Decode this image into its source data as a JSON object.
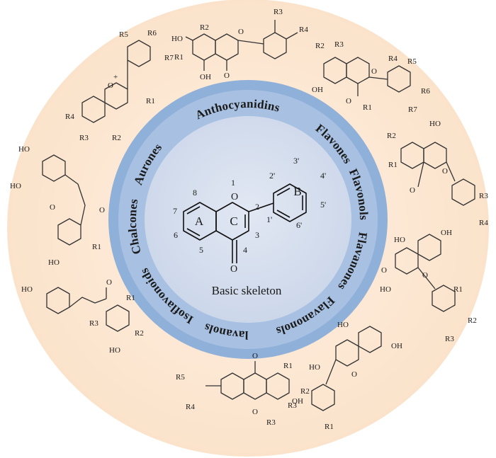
{
  "center": {
    "title": "Basic skeleton",
    "ring_letters": [
      "A",
      "C",
      "B"
    ],
    "position_numbers": [
      "1",
      "2",
      "3",
      "4",
      "5",
      "6",
      "7",
      "8",
      "1'",
      "2'",
      "3'",
      "4'",
      "5'",
      "6'"
    ],
    "heteroatom": "O"
  },
  "classes": [
    "Flavones",
    "Flavonols",
    "Flavanones",
    "Flavanonols",
    "Flavanols",
    "Isoflavonoids",
    "Chalcones",
    "Aurones",
    "Anthocyanidins"
  ],
  "structure_labels": {
    "flavones": [
      "R3",
      "R4",
      "R2",
      "HO",
      "R1",
      "OH",
      "O",
      "O"
    ],
    "flavonols": [
      "R2",
      "R3",
      "R4",
      "R5",
      "R6",
      "R7",
      "OH",
      "O",
      "R1",
      "O"
    ],
    "flavanones": [
      "HO",
      "R2",
      "R1",
      "O",
      "O",
      "R3",
      "R4"
    ],
    "flavanonols": [
      "OH",
      "HO",
      "O",
      "HO",
      "O",
      "R1",
      "R2",
      "R3"
    ],
    "flavanols": [
      "HO",
      "OH",
      "HO",
      "O",
      "R3",
      "R1"
    ],
    "isoflavonoids": [
      "R1",
      "R2",
      "OH",
      "O",
      "O",
      "R3",
      "R5",
      "R4"
    ],
    "chalcones": [
      "HO",
      "O",
      "R1",
      "R3",
      "R2",
      "HO"
    ],
    "aurones": [
      "HO",
      "HO",
      "O",
      "O",
      "HO",
      "R1"
    ],
    "anthocyanidins": [
      "R5",
      "R6",
      "R7",
      "+",
      "O",
      "R1",
      "R4",
      "R3",
      "R2"
    ]
  },
  "colors": {
    "outer_disc": "#fbe6cf",
    "blue_ring": "#8fb0d8",
    "inner_disc": "#d3dcec",
    "text": "#1a1a1a"
  }
}
